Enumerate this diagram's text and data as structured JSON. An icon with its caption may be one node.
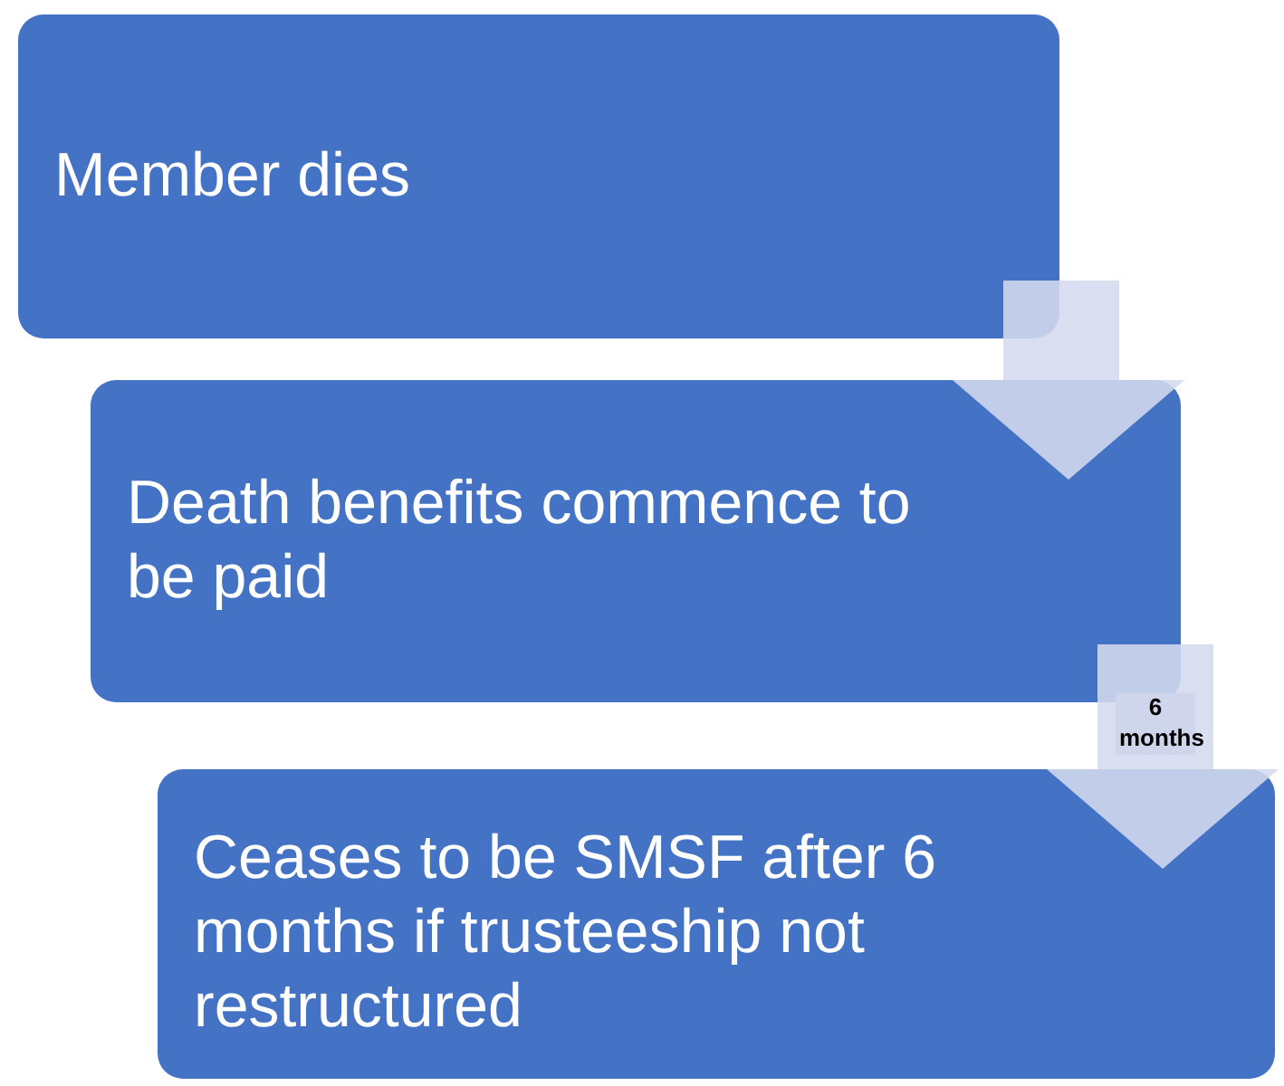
{
  "diagram": {
    "nodes": [
      {
        "text": [
          "Member dies"
        ]
      },
      {
        "text": [
          "Death benefits commence to be paid"
        ]
      },
      {
        "text": [
          "Ceases to be SMSF after 6 months if trusteeship not restructured"
        ]
      }
    ],
    "edges": [
      {
        "from": 0,
        "to": 1,
        "arrow": "to"
      },
      {
        "from": 1,
        "to": 2,
        "arrow": "to",
        "label": "6 months"
      }
    ]
  }
}
